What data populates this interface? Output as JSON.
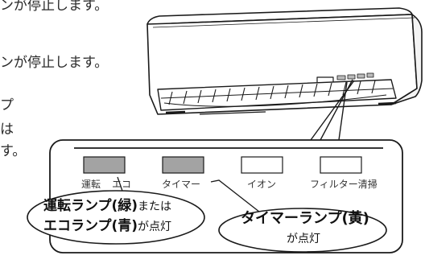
{
  "left_text": {
    "line1": "ンが停止します。",
    "line2": "ンが停止します。",
    "line3": "プ",
    "line4": "は",
    "line5": "す。"
  },
  "lamps": [
    {
      "label": "運転",
      "lit": true
    },
    {
      "label": "エコ",
      "lit": true
    },
    {
      "label": "タイマー",
      "lit": true
    },
    {
      "label": "イオン",
      "lit": false
    },
    {
      "label": "フィルター清掃",
      "lit": false
    }
  ],
  "callout_left": {
    "l1_bold": "運転ランプ(緑)",
    "l1_normal": "または",
    "l2_bold": "エコランプ(青)",
    "l2_normal": "が点灯"
  },
  "callout_right": {
    "l1_bold": "タイマーランプ(黄)",
    "l2_normal": "が点灯"
  },
  "colors": {
    "lamp_lit": "#a3a3a3",
    "lamp_off": "#ffffff",
    "outline": "#1a1a1a"
  }
}
